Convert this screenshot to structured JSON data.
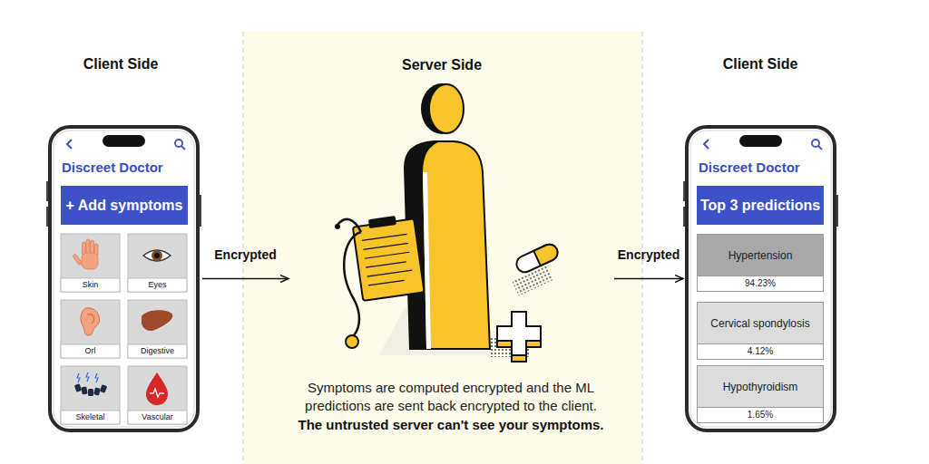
{
  "diagram": {
    "nodes": [
      {
        "text": [
          "Discreet Doctor"
        ]
      },
      {
        "text": [
          "+ Add symptoms"
        ],
        "in": 0
      },
      {
        "text": [
          "Skin"
        ],
        "in": 0
      },
      {
        "text": [
          "Eyes"
        ],
        "in": 0
      },
      {
        "text": [
          "Orl"
        ],
        "in": 0
      },
      {
        "text": [
          "Digestive"
        ],
        "in": 0
      },
      {
        "text": [
          "Skeletal"
        ],
        "in": 0
      },
      {
        "text": [
          "Vascular"
        ],
        "in": 0
      },
      {
        "text": [
          "Server Side",
          "Symptoms are computed encrypted and the ML predictions are sent back encrypted to the client.",
          "The untrusted server can't see your symptoms."
        ]
      },
      {
        "text": [
          "Discreet Doctor"
        ]
      },
      {
        "text": [
          "Top 3 predictions"
        ],
        "in": 9
      },
      {
        "text": [
          "Hypertension",
          "94.23%"
        ],
        "in": 9
      },
      {
        "text": [
          "Cervical spondylosis",
          "4.12%"
        ],
        "in": 9
      },
      {
        "text": [
          "Hypothyroidism",
          "1.65%"
        ],
        "in": 9
      }
    ],
    "edges": [
      {
        "from": 0,
        "to": 8,
        "label": "Encrypted",
        "arrow": "to"
      },
      {
        "from": 8,
        "to": 9,
        "label": "Encrypted",
        "arrow": "to"
      }
    ],
    "labels": [
      "Client Side",
      "Client Side"
    ]
  }
}
